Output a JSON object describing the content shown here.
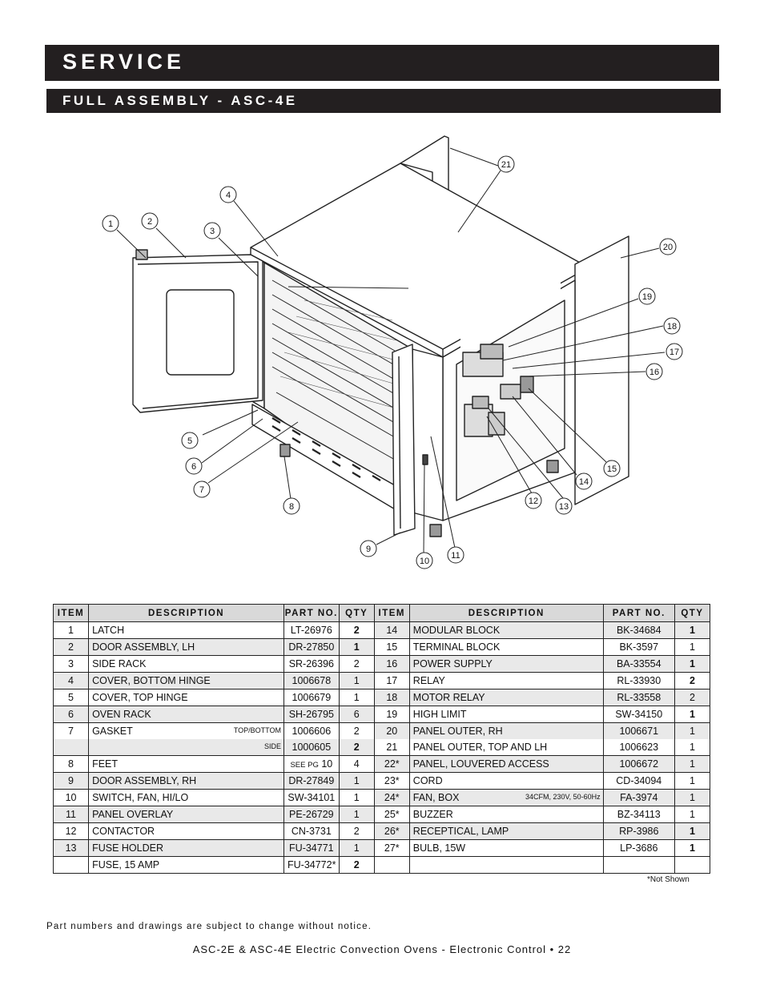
{
  "header": {
    "section_title": "SERVICE",
    "sub_title": "FULL ASSEMBLY - ASC-4E"
  },
  "diagram": {
    "callouts": [
      "1",
      "2",
      "3",
      "4",
      "5",
      "6",
      "7",
      "8",
      "9",
      "10",
      "11",
      "12",
      "13",
      "14",
      "15",
      "16",
      "17",
      "18",
      "19",
      "20",
      "21"
    ]
  },
  "table": {
    "headers": [
      "ITEM",
      "DESCRIPTION",
      "PART NO.",
      "QTY",
      "ITEM",
      "DESCRIPTION",
      "PART NO.",
      "QTY"
    ],
    "rows": [
      {
        "l_item": "1",
        "l_desc": "LATCH",
        "l_note": "",
        "l_part": "LT-26976",
        "l_qty": "2",
        "l_qty_bold": true,
        "r_item": "14",
        "r_desc": "MODULAR BLOCK",
        "r_note": "",
        "r_part": "BK-34684",
        "r_qty": "1",
        "r_qty_bold": true
      },
      {
        "l_item": "2",
        "l_desc": "DOOR ASSEMBLY, LH",
        "l_note": "",
        "l_part": "DR-27850",
        "l_qty": "1",
        "l_qty_bold": true,
        "r_item": "15",
        "r_desc": "TERMINAL BLOCK",
        "r_note": "",
        "r_part": "BK-3597",
        "r_qty": "1",
        "r_qty_bold": false
      },
      {
        "l_item": "3",
        "l_desc": "SIDE RACK",
        "l_note": "",
        "l_part": "SR-26396",
        "l_qty": "2",
        "l_qty_bold": false,
        "r_item": "16",
        "r_desc": "POWER SUPPLY",
        "r_note": "",
        "r_part": "BA-33554",
        "r_qty": "1",
        "r_qty_bold": true
      },
      {
        "l_item": "4",
        "l_desc": "COVER, BOTTOM HINGE",
        "l_note": "",
        "l_part": "1006678",
        "l_qty": "1",
        "l_qty_bold": false,
        "r_item": "17",
        "r_desc": "RELAY",
        "r_note": "",
        "r_part": "RL-33930",
        "r_qty": "2",
        "r_qty_bold": true
      },
      {
        "l_item": "5",
        "l_desc": "COVER, TOP HINGE",
        "l_note": "",
        "l_part": "1006679",
        "l_qty": "1",
        "l_qty_bold": false,
        "r_item": "18",
        "r_desc": "MOTOR RELAY",
        "r_note": "",
        "r_part": "RL-33558",
        "r_qty": "2",
        "r_qty_bold": false
      },
      {
        "l_item": "6",
        "l_desc": "OVEN RACK",
        "l_note": "",
        "l_part": "SH-26795",
        "l_qty": "6",
        "l_qty_bold": false,
        "r_item": "19",
        "r_desc": "HIGH LIMIT",
        "r_note": "",
        "r_part": "SW-34150",
        "r_qty": "1",
        "r_qty_bold": true
      },
      {
        "l_item": "7",
        "l_desc": "GASKET",
        "l_note": "TOP/BOTTOM",
        "l_part": "1006606",
        "l_qty": "2",
        "l_qty_bold": false,
        "r_item": "20",
        "r_desc": "PANEL OUTER, RH",
        "r_note": "",
        "r_part": "1006671",
        "r_qty": "1",
        "r_qty_bold": false
      },
      {
        "l_item": "",
        "l_desc": "",
        "l_note": "SIDE",
        "l_part": "1000605",
        "l_qty": "2",
        "l_qty_bold": true,
        "r_item": "21",
        "r_desc": "PANEL OUTER, TOP AND LH",
        "r_note": "",
        "r_part": "1006623",
        "r_qty": "1",
        "r_qty_bold": false
      },
      {
        "l_item": "8",
        "l_desc": "FEET",
        "l_note": "",
        "l_part_prefix": "SEE PG",
        "l_part": "10",
        "l_qty": "4",
        "l_qty_bold": false,
        "r_item": "22*",
        "r_desc": "PANEL, LOUVERED ACCESS",
        "r_note": "",
        "r_part": "1006672",
        "r_qty": "1",
        "r_qty_bold": false
      },
      {
        "l_item": "9",
        "l_desc": "DOOR ASSEMBLY, RH",
        "l_note": "",
        "l_part": "DR-27849",
        "l_qty": "1",
        "l_qty_bold": false,
        "r_item": "23*",
        "r_desc": "CORD",
        "r_note": "",
        "r_part": "CD-34094",
        "r_qty": "1",
        "r_qty_bold": false
      },
      {
        "l_item": "10",
        "l_desc": "SWITCH, FAN, HI/LO",
        "l_note": "",
        "l_part": "SW-34101",
        "l_qty": "1",
        "l_qty_bold": false,
        "r_item": "24*",
        "r_desc": "FAN, BOX",
        "r_note": "34CFM, 230V, 50-60Hz",
        "r_part": "FA-3974",
        "r_qty": "1",
        "r_qty_bold": false
      },
      {
        "l_item": "11",
        "l_desc": "PANEL OVERLAY",
        "l_note": "",
        "l_part": "PE-26729",
        "l_qty": "1",
        "l_qty_bold": false,
        "r_item": "25*",
        "r_desc": "BUZZER",
        "r_note": "",
        "r_part": "BZ-34113",
        "r_qty": "1",
        "r_qty_bold": false
      },
      {
        "l_item": "12",
        "l_desc": "CONTACTOR",
        "l_note": "",
        "l_part": "CN-3731",
        "l_qty": "2",
        "l_qty_bold": false,
        "r_item": "26*",
        "r_desc": "RECEPTICAL, LAMP",
        "r_note": "",
        "r_part": "RP-3986",
        "r_qty": "1",
        "r_qty_bold": true
      },
      {
        "l_item": "13",
        "l_desc": "FUSE HOLDER",
        "l_note": "",
        "l_part": "FU-34771",
        "l_qty": "1",
        "l_qty_bold": false,
        "r_item": "27*",
        "r_desc": "BULB, 15W",
        "r_note": "",
        "r_part": "LP-3686",
        "r_qty": "1",
        "r_qty_bold": true
      },
      {
        "l_item": "",
        "l_desc": "FUSE, 15 AMP",
        "l_note": "",
        "l_part": "FU-34772*",
        "l_qty": "2",
        "l_qty_bold": true,
        "r_item": "",
        "r_desc": "",
        "r_note": "",
        "r_part": "",
        "r_qty": "",
        "r_qty_bold": false
      }
    ]
  },
  "not_shown_note": "*Not Shown",
  "footer": {
    "disclaimer": "Part numbers and drawings are subject to change without notice.",
    "page_line": "ASC-2E & ASC-4E Electric Convection Ovens - Electronic Control • 22"
  }
}
